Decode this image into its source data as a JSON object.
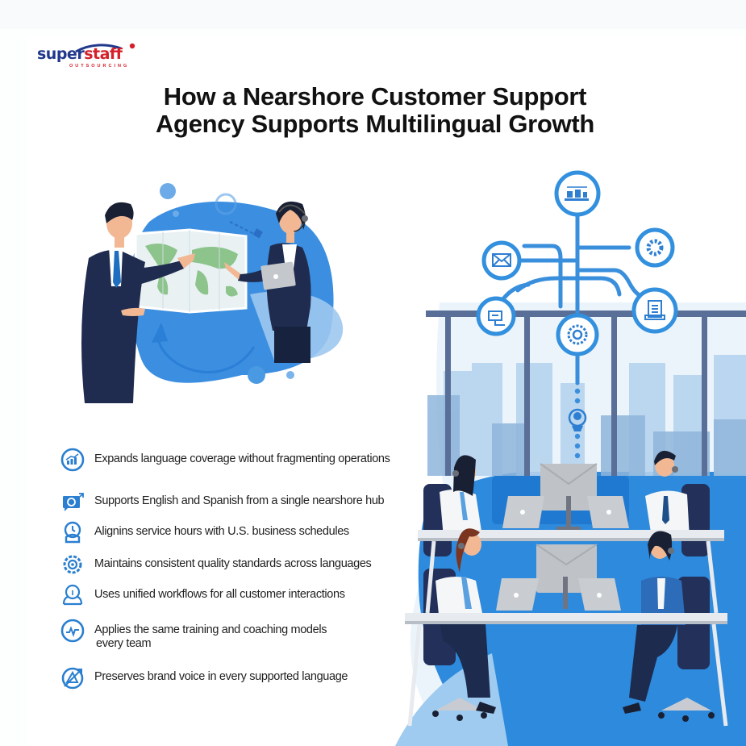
{
  "brand": {
    "logo_primary": "super",
    "logo_secondary": "staff",
    "logo_tagline": "OUTSOURCING",
    "colors": {
      "navy": "#21388c",
      "red": "#d3202a",
      "accent_blue": "#2f8fde",
      "light_blue": "#a9d0f0",
      "suit_navy": "#1d2b4f"
    }
  },
  "header": {
    "title_line1": "How a Nearshore Customer Support",
    "title_line2": "Agency Supports Multilingual Growth"
  },
  "features": [
    {
      "icon": "growth-chart-icon",
      "text": "Expands language coverage without fragmenting operations"
    },
    {
      "icon": "chat-hub-icon",
      "text": "Supports English and Spanish from a single nearshore hub"
    },
    {
      "icon": "clock-person-icon",
      "text": "Alignins service hours with U.S. business schedules"
    },
    {
      "icon": "quality-gear-icon",
      "text": "Maintains consistent quality standards across languages"
    },
    {
      "icon": "user-workflow-icon",
      "text": "Uses unified workflows for all customer interactions"
    },
    {
      "icon": "coaching-pulse-icon",
      "text": "Applies the same training and coaching models",
      "text_line2": "every team"
    },
    {
      "icon": "brand-voice-icon",
      "text": "Preserves brand voice in every supported language"
    }
  ],
  "illustrations": {
    "top_left": "Two professionals presenting a world map",
    "network_nodes": [
      "analytics-icon",
      "mail-icon",
      "settings-gear-icon",
      "workflow-icon",
      "document-icon",
      "target-gear-icon",
      "agent-icon"
    ],
    "office": "Four agents with headsets at desks in a city-view office"
  }
}
